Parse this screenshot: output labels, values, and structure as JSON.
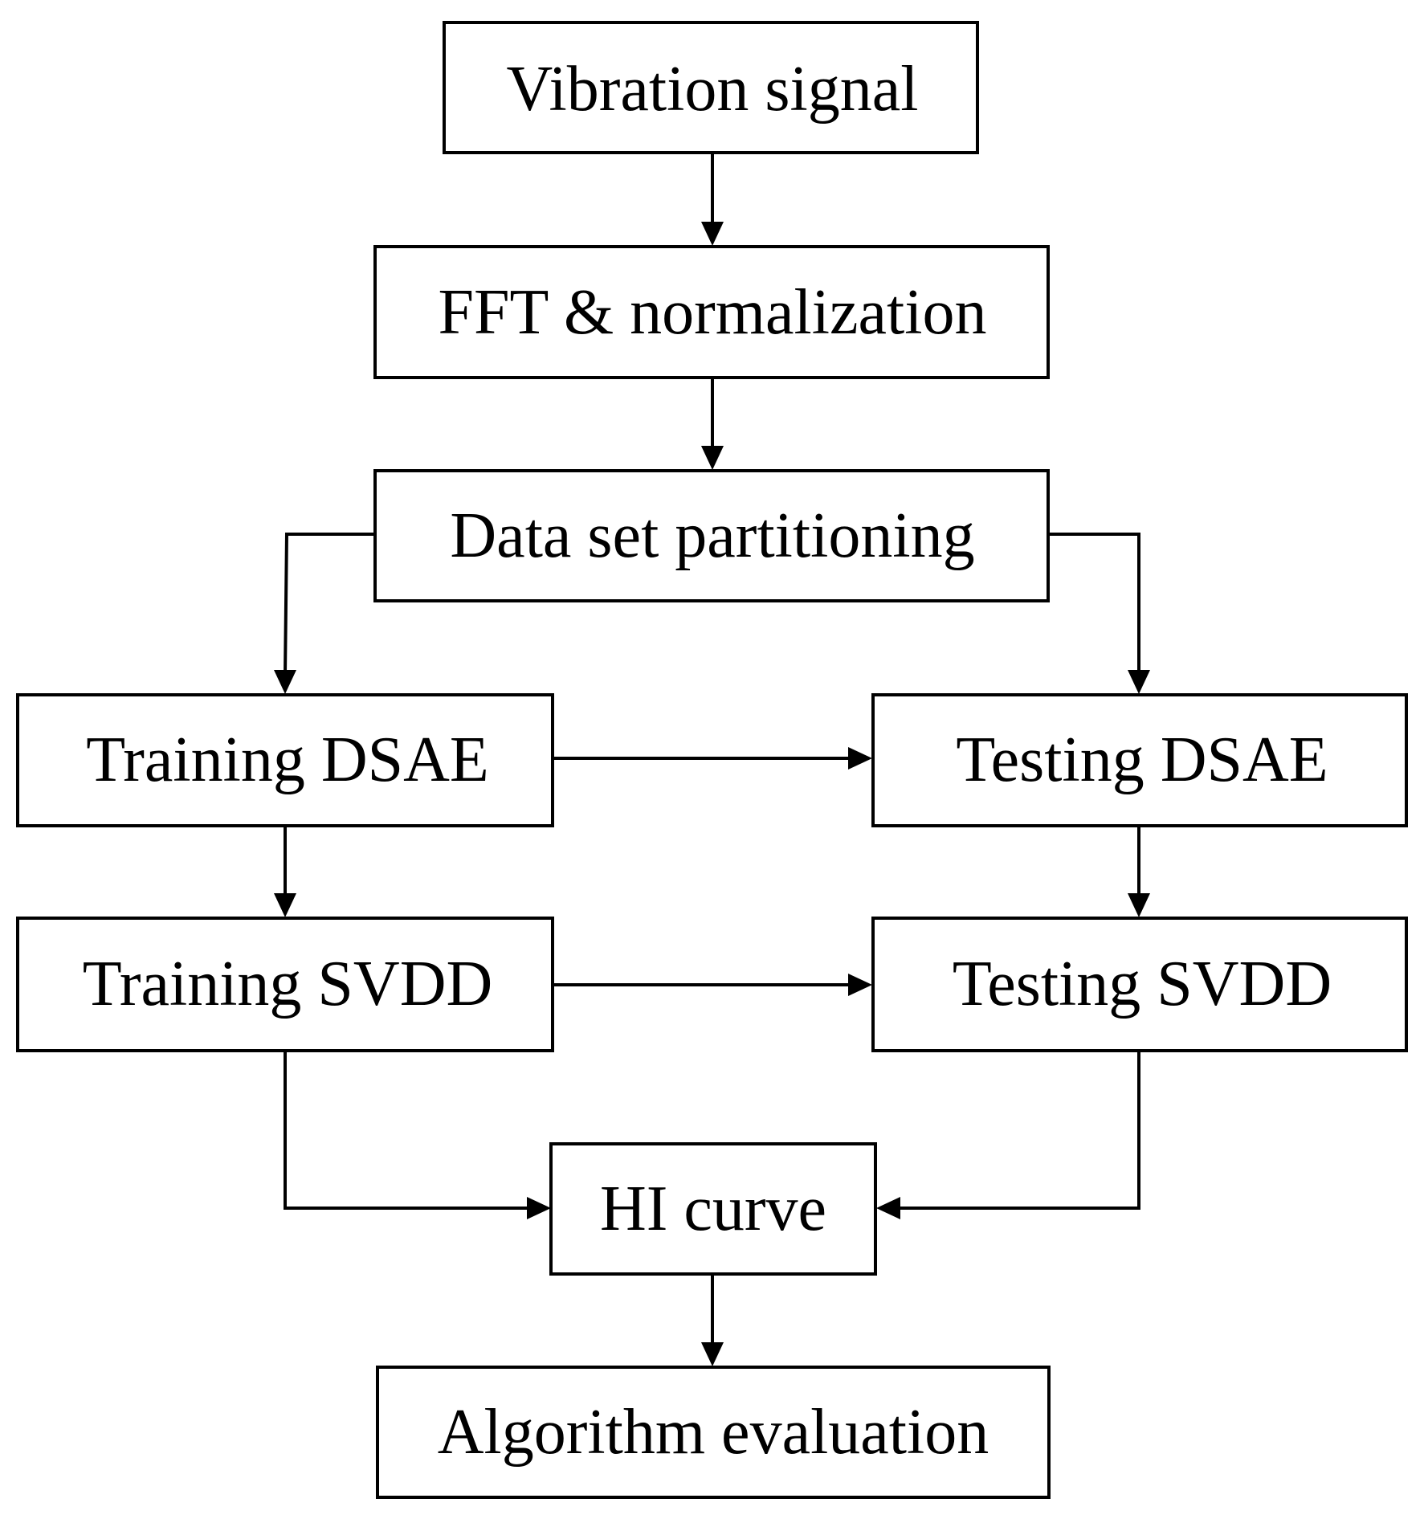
{
  "diagram": {
    "nodes": {
      "vibration_signal": "Vibration signal",
      "fft_normalization": "FFT & normalization",
      "data_set_partitioning": "Data set partitioning",
      "training_dsae": "Training DSAE",
      "testing_dsae": "Testing DSAE",
      "training_svdd": "Training SVDD",
      "testing_svdd": "Testing SVDD",
      "hi_curve": "HI curve",
      "algorithm_evaluation": "Algorithm evaluation"
    },
    "edges": [
      {
        "from": "vibration_signal",
        "to": "fft_normalization"
      },
      {
        "from": "fft_normalization",
        "to": "data_set_partitioning"
      },
      {
        "from": "data_set_partitioning",
        "to": "training_dsae"
      },
      {
        "from": "data_set_partitioning",
        "to": "testing_dsae"
      },
      {
        "from": "training_dsae",
        "to": "testing_dsae"
      },
      {
        "from": "training_dsae",
        "to": "training_svdd"
      },
      {
        "from": "testing_dsae",
        "to": "testing_svdd"
      },
      {
        "from": "training_svdd",
        "to": "testing_svdd"
      },
      {
        "from": "training_svdd",
        "to": "hi_curve"
      },
      {
        "from": "testing_svdd",
        "to": "hi_curve"
      },
      {
        "from": "hi_curve",
        "to": "algorithm_evaluation"
      }
    ],
    "colors": {
      "stroke": "#000000",
      "background": "#ffffff"
    }
  }
}
